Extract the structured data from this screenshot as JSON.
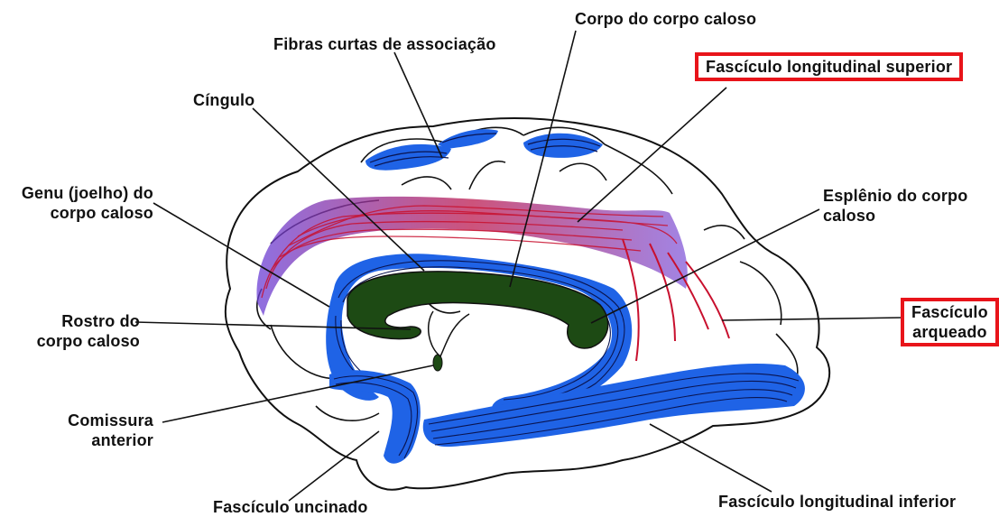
{
  "labels": {
    "corpo": "Corpo do corpo caloso",
    "fibras": "Fibras curtas de associação",
    "flsup": "Fascículo longitudinal superior",
    "cingulo": "Cíngulo",
    "genu_1": "Genu (joelho) do",
    "genu_2": "corpo caloso",
    "esplenio_1": "Esplênio do corpo",
    "esplenio_2": "caloso",
    "rostro_1": "Rostro do",
    "rostro_2": "corpo caloso",
    "arqueado_1": "Fascículo",
    "arqueado_2": "arqueado",
    "comissura_1": "Comissura",
    "comissura_2": "anterior",
    "uncinado": "Fascículo uncinado",
    "flinf": "Fascículo longitudinal inferior"
  },
  "colors": {
    "highlight_box": "#e8141a",
    "fiber_blue": "#1f63e6",
    "corpus_callosum": "#1d4a14",
    "arcuate_red": "#c8102e",
    "outline": "#111111"
  }
}
